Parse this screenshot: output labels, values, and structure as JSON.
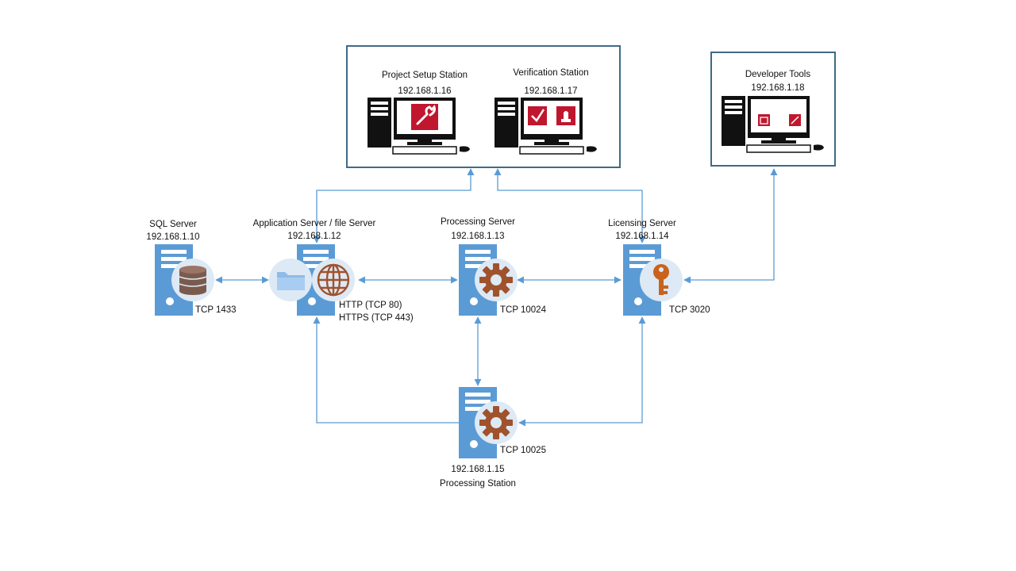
{
  "colors": {
    "server": "#5b9bd5",
    "icon_circle": "#dde9f4",
    "connector": "#5b9bd5",
    "box_border": "#3f6a86",
    "accent_red": "#c0172f",
    "brown": "#a0522d",
    "db_brown": "#7b5a4e",
    "folder": "#9cc4ee"
  },
  "stations": {
    "project_setup": {
      "name": "Project Setup  Station",
      "ip": "192.168.1.16",
      "icon": "wrench-icon"
    },
    "verification": {
      "name": "Verification Station",
      "ip": "192.168.1.17",
      "icon": "checkmark-icon"
    },
    "developer": {
      "name": "Developer Tools",
      "ip": "192.168.1.18",
      "icon": "window-icon"
    }
  },
  "servers": {
    "sql": {
      "name": "SQL Server",
      "ip": "192.168.1.10",
      "port": "TCP 1433",
      "icon": "database-icon"
    },
    "app": {
      "name": "Application Server / file Server",
      "ip": "192.168.1.12",
      "port_http": "HTTP (TCP 80)",
      "port_https": "HTTPS (TCP 443)",
      "icon": "globe-icon"
    },
    "processing": {
      "name": "Processing Server",
      "ip": "192.168.1.13",
      "port": "TCP 10024",
      "icon": "gear-icon"
    },
    "licensing": {
      "name": "Licensing Server",
      "ip": "192.168.1.14",
      "port": "TCP 3020",
      "icon": "key-icon"
    },
    "proc_station": {
      "name": "Processing Station",
      "ip": "192.168.1.15",
      "port": "TCP 10025",
      "icon": "gear-icon"
    }
  }
}
